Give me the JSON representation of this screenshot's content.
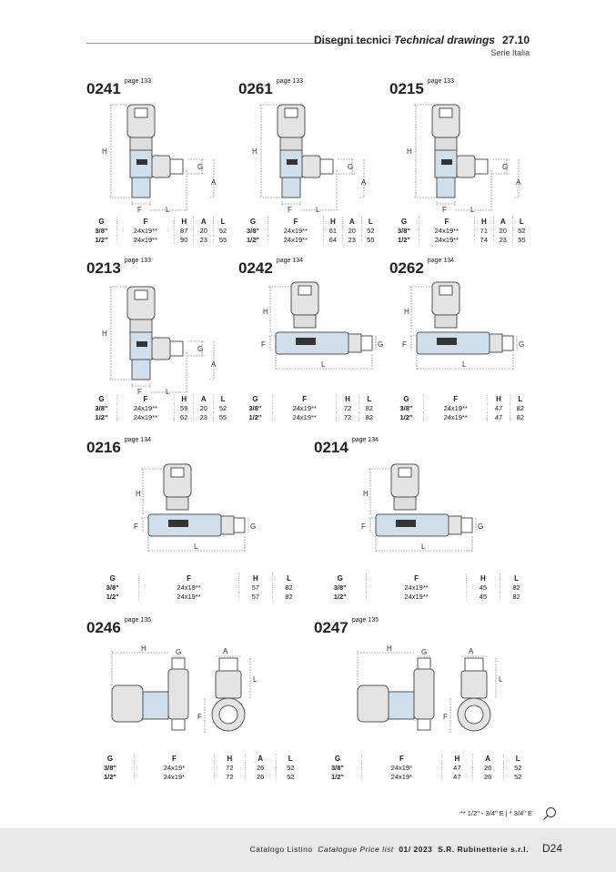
{
  "header": {
    "title_it": "Disegni tecnici",
    "title_en": "Technical drawings",
    "section": "27.10",
    "subtitle": "Serie Italia"
  },
  "products": [
    {
      "code": "0241",
      "page": "page 133",
      "type": "angle",
      "dims": [
        "H",
        "G",
        "A",
        "F",
        "L"
      ],
      "cols": [
        "G",
        "F",
        "H",
        "A",
        "L"
      ],
      "rows": [
        [
          "3/8\"",
          "24x19**",
          "87",
          "20",
          "52"
        ],
        [
          "1/2\"",
          "24x19**",
          "90",
          "23",
          "55"
        ]
      ]
    },
    {
      "code": "0261",
      "page": "page 133",
      "type": "angle",
      "dims": [
        "H",
        "G",
        "A",
        "F",
        "L"
      ],
      "cols": [
        "G",
        "F",
        "H",
        "A",
        "L"
      ],
      "rows": [
        [
          "3/8\"",
          "24x19**",
          "61",
          "20",
          "52"
        ],
        [
          "1/2\"",
          "24x19**",
          "64",
          "23",
          "55"
        ]
      ]
    },
    {
      "code": "0215",
      "page": "page 133",
      "type": "angle",
      "dims": [
        "H",
        "G",
        "A",
        "F",
        "L"
      ],
      "cols": [
        "G",
        "F",
        "H",
        "A",
        "L"
      ],
      "rows": [
        [
          "3/8\"",
          "24x19**",
          "71",
          "20",
          "52"
        ],
        [
          "1/2\"",
          "24x19**",
          "74",
          "23",
          "55"
        ]
      ]
    },
    {
      "code": "0213",
      "page": "page 133",
      "type": "angle",
      "dims": [
        "H",
        "G",
        "A",
        "F",
        "L"
      ],
      "cols": [
        "G",
        "F",
        "H",
        "A",
        "L"
      ],
      "rows": [
        [
          "3/8\"",
          "24x19**",
          "59",
          "20",
          "52"
        ],
        [
          "1/2\"",
          "24x19**",
          "62",
          "23",
          "55"
        ]
      ]
    },
    {
      "code": "0242",
      "page": "page 134",
      "type": "straight",
      "dims": [
        "H",
        "F",
        "G",
        "L"
      ],
      "cols": [
        "G",
        "F",
        "H",
        "L"
      ],
      "rows": [
        [
          "3/8\"",
          "24x19**",
          "72",
          "82"
        ],
        [
          "1/2\"",
          "24x19**",
          "72",
          "82"
        ]
      ]
    },
    {
      "code": "0262",
      "page": "page 134",
      "type": "straight",
      "dims": [
        "H",
        "F",
        "G",
        "L"
      ],
      "cols": [
        "G",
        "F",
        "H",
        "L"
      ],
      "rows": [
        [
          "3/8\"",
          "24x19**",
          "47",
          "82"
        ],
        [
          "1/2\"",
          "24x19**",
          "47",
          "82"
        ]
      ]
    },
    {
      "code": "0216",
      "page": "page 134",
      "type": "straight",
      "dims": [
        "H",
        "F",
        "G",
        "L"
      ],
      "cols": [
        "G",
        "F",
        "H",
        "L"
      ],
      "rows": [
        [
          "3/8\"",
          "24x19**",
          "57",
          "82"
        ],
        [
          "1/2\"",
          "24x19**",
          "57",
          "82"
        ]
      ]
    },
    {
      "code": "0214",
      "page": "page 134",
      "type": "straight",
      "dims": [
        "H",
        "F",
        "G",
        "L"
      ],
      "cols": [
        "G",
        "F",
        "H",
        "L"
      ],
      "rows": [
        [
          "3/8\"",
          "24x19**",
          "45",
          "82"
        ],
        [
          "1/2\"",
          "24x19**",
          "45",
          "82"
        ]
      ]
    },
    {
      "code": "0246",
      "page": "page 135",
      "type": "elbow",
      "dims": [
        "H",
        "G",
        "A",
        "L",
        "F"
      ],
      "cols": [
        "G",
        "F",
        "H",
        "A",
        "L"
      ],
      "rows": [
        [
          "3/8\"",
          "24x19*",
          "72",
          "26",
          "52"
        ],
        [
          "1/2\"",
          "24x19*",
          "72",
          "26",
          "52"
        ]
      ]
    },
    {
      "code": "0247",
      "page": "page 135",
      "type": "elbow",
      "dims": [
        "H",
        "G",
        "A",
        "L",
        "F"
      ],
      "cols": [
        "G",
        "F",
        "H",
        "A",
        "L"
      ],
      "rows": [
        [
          "3/8\"",
          "24x19*",
          "47",
          "26",
          "52"
        ],
        [
          "1/2\"",
          "24x19*",
          "47",
          "26",
          "52"
        ]
      ]
    }
  ],
  "footnote": "** 1/2\" - 3/4\" E  |  * 3/4\" E",
  "footer": {
    "catalog_it": "Catalogo Listino",
    "catalog_en": "Catalogue Price list",
    "edition": "01/ 2023",
    "company": "S.R. Rubinetterie s.r.l.",
    "page": "D24"
  }
}
